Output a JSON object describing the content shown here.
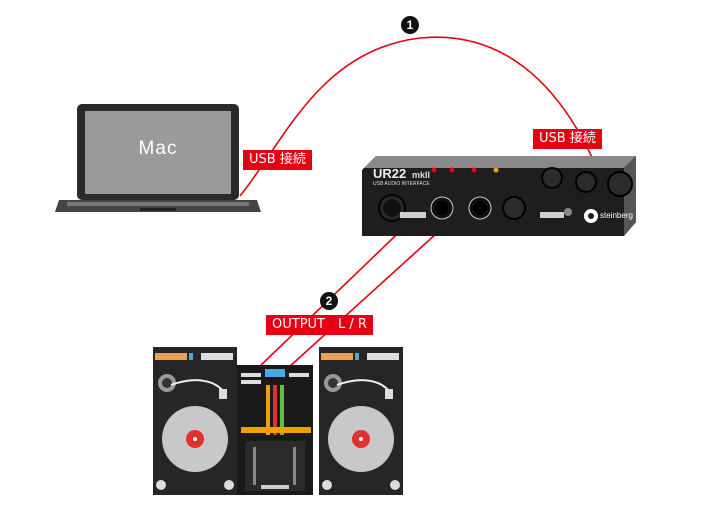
{
  "steps": [
    "1",
    "2"
  ],
  "labels": {
    "usb_mac": "USB 接続",
    "usb_interface": "USB 接続",
    "output": "OUTPUT　L / R"
  },
  "mac": {
    "screen_text": "Mac"
  },
  "interface": {
    "model": "UR22",
    "mk": "mkII",
    "subtitle": "USB AUDIO INTERFACE",
    "brand": "steinberg"
  },
  "colors": {
    "cable": "#e60012",
    "label_bg": "#e60012",
    "device": "#1a1a1a"
  }
}
